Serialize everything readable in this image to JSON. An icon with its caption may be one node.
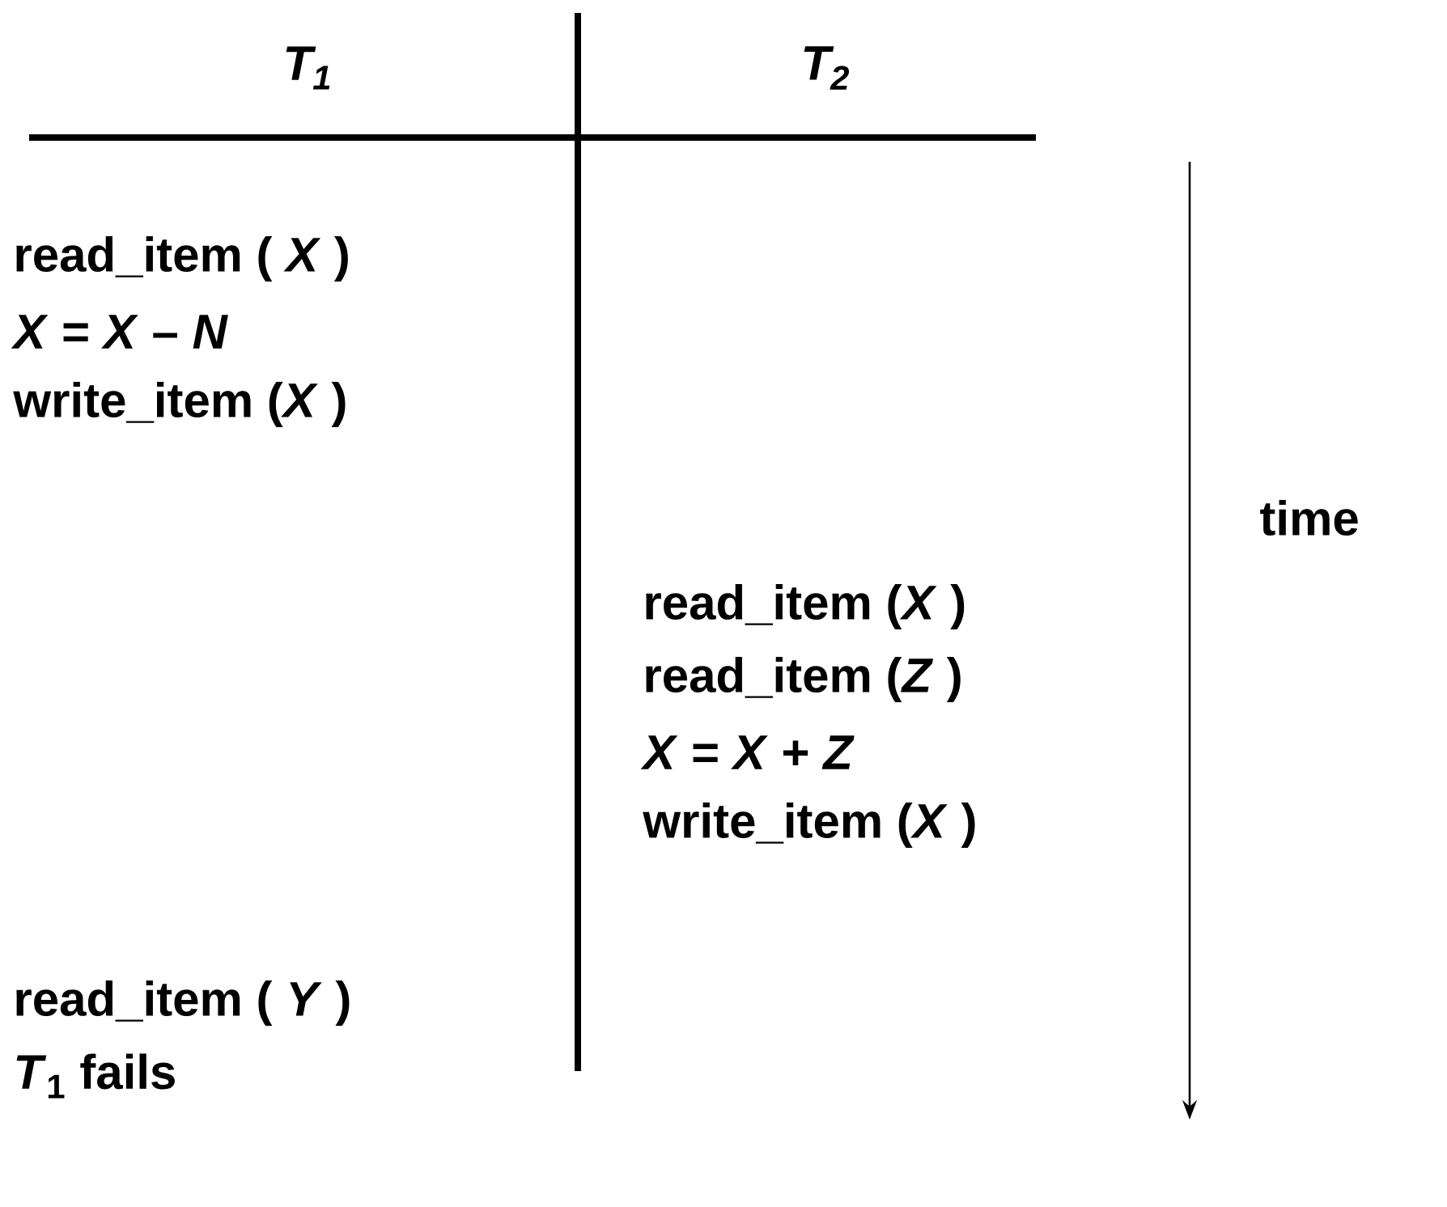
{
  "diagram": {
    "labels": [
      "T$_{1}$",
      "T$_{2}$",
      "read_item ( *X* )",
      "*X* = *X* – *N*",
      "write_item (*X* )",
      "time",
      "read_item (*X* )",
      "read_item (*Z* )",
      "*X* = *X* + *Z*",
      "write_item (*X* )",
      "read_item ( *Y* )",
      "*T*$_{1}$ fails"
    ]
  }
}
